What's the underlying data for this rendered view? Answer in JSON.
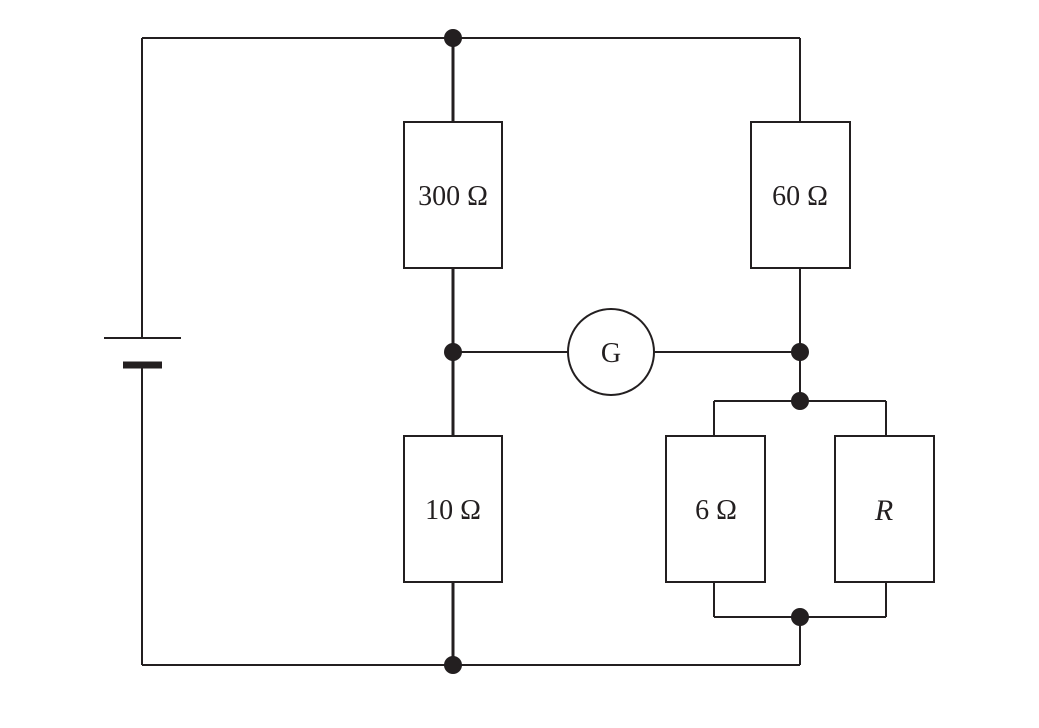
{
  "diagram": {
    "resistors": {
      "top_left": "300 Ω",
      "top_right": "60 Ω",
      "bottom_left": "10 Ω",
      "parallel_left": "6 Ω",
      "parallel_right": "R"
    },
    "galvanometer": "G",
    "components": {
      "battery": "battery-icon",
      "junction": "junction-dot-icon"
    }
  }
}
